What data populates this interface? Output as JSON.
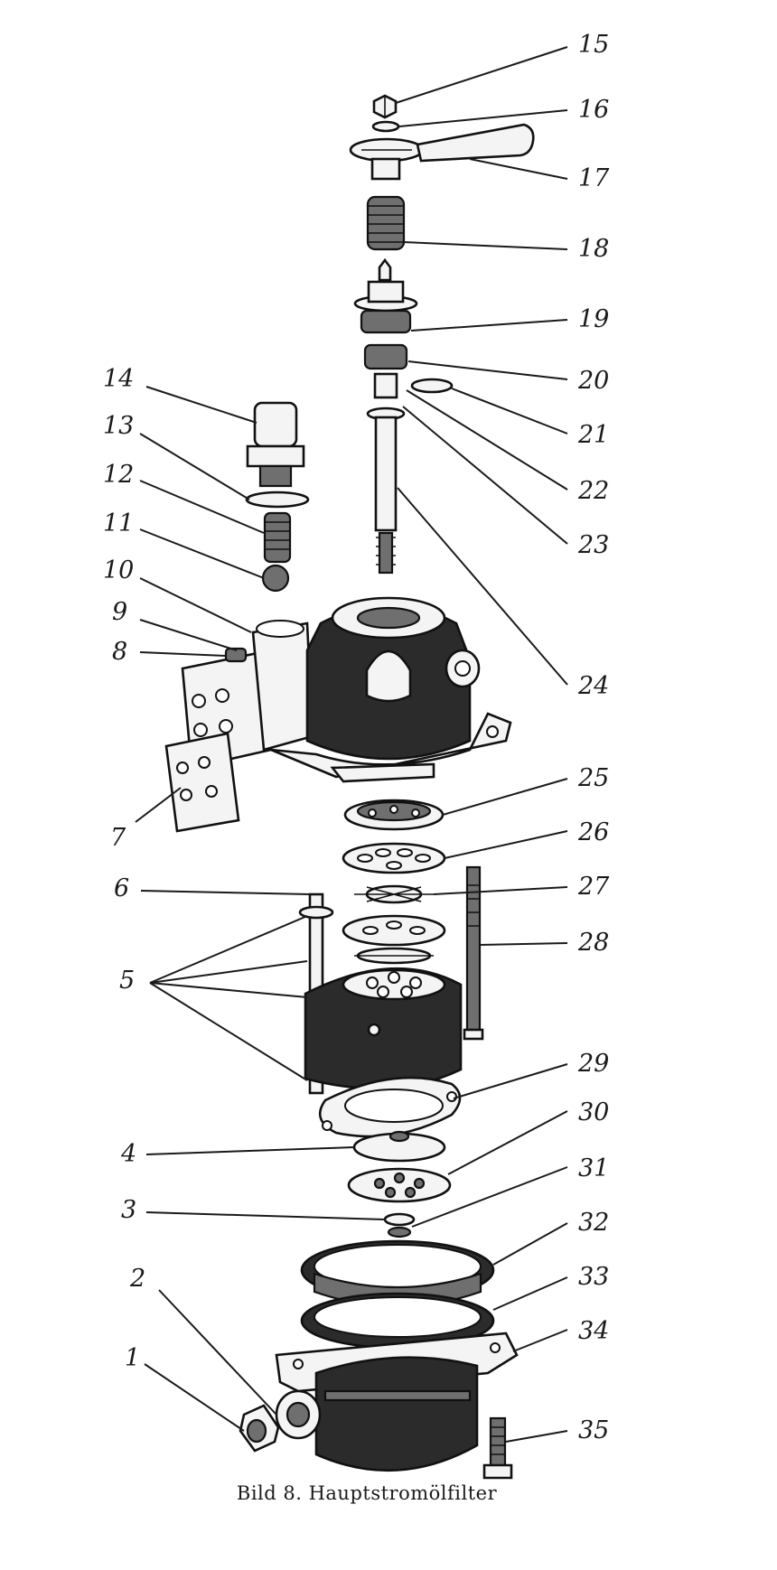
{
  "caption": "Bild 8. Hauptstromölfilter",
  "labels": [
    "15",
    "16",
    "17",
    "18",
    "19",
    "20",
    "21",
    "22",
    "23",
    "24",
    "14",
    "13",
    "12",
    "11",
    "10",
    "9",
    "8",
    "7",
    "25",
    "26",
    "27",
    "28",
    "6",
    "5",
    "29",
    "30",
    "4",
    "31",
    "3",
    "32",
    "2",
    "33",
    "34",
    "1",
    "35"
  ]
}
